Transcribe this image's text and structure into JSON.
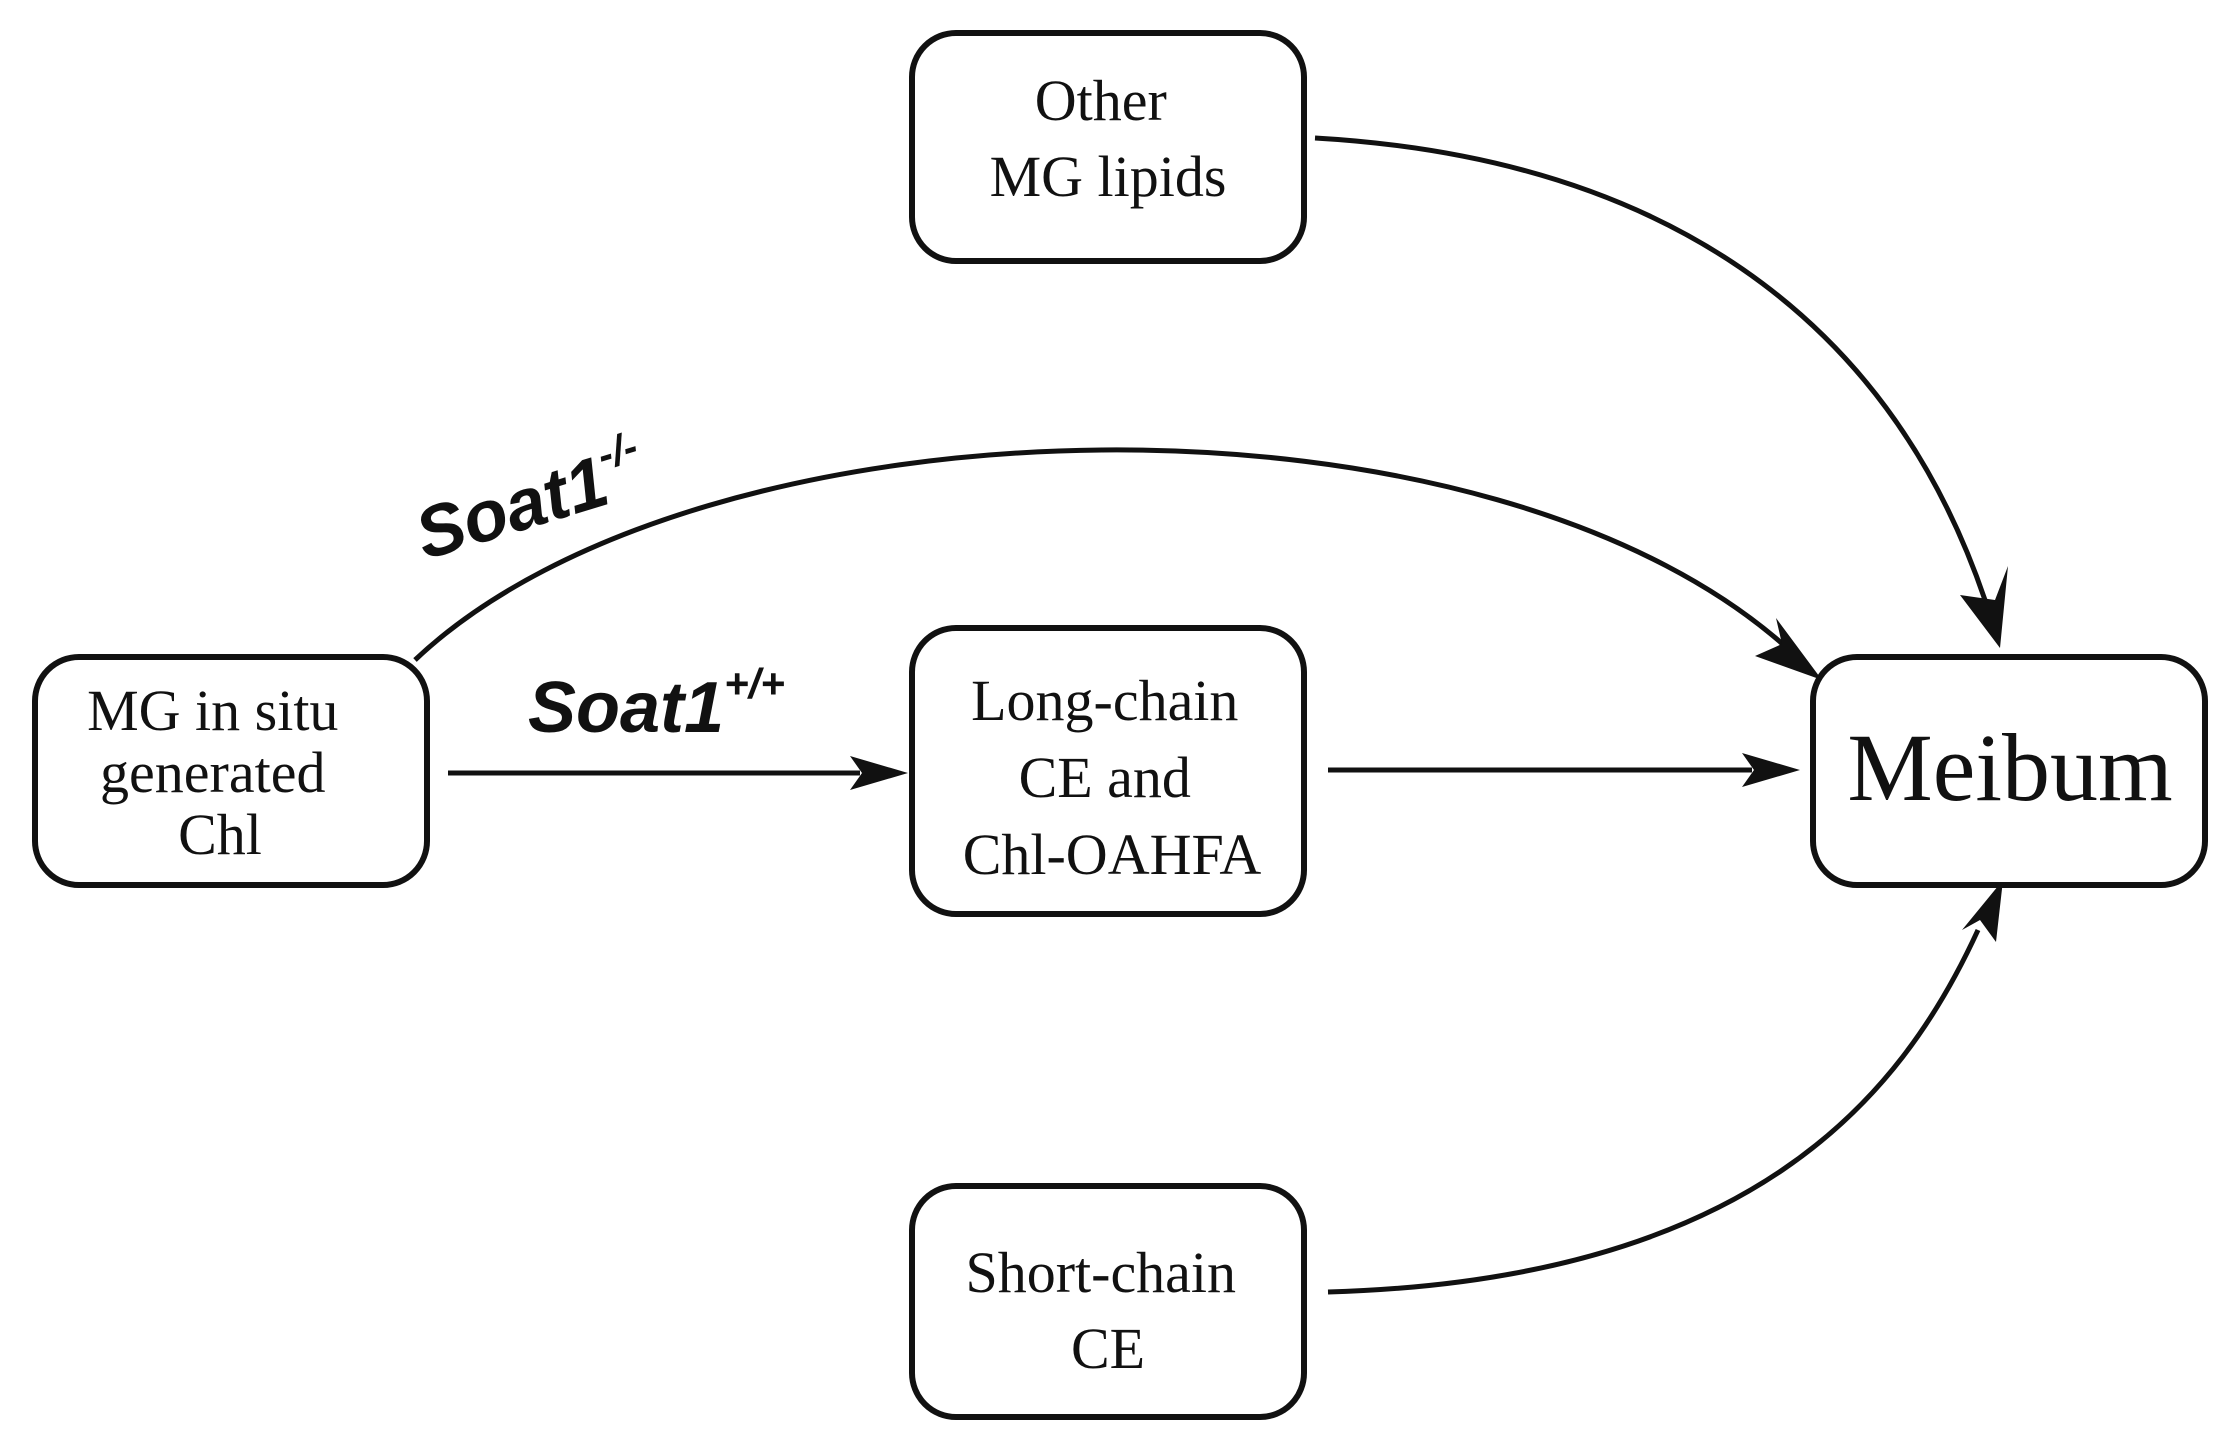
{
  "nodes": {
    "mg_in_situ": {
      "lines": [
        "MG in situ",
        "generated",
        "Chl"
      ]
    },
    "other_mg_lipids": {
      "lines": [
        "Other",
        "MG lipids"
      ]
    },
    "long_chain": {
      "lines": [
        "Long-chain",
        "CE and",
        "Chl-OAHFA"
      ]
    },
    "short_chain": {
      "lines": [
        "Short-chain",
        "CE"
      ]
    },
    "meibum": {
      "lines": [
        "Meibum"
      ]
    }
  },
  "edges": {
    "knockout": {
      "label": "Soat1",
      "superscript": "-/-"
    },
    "wildtype": {
      "label": "Soat1",
      "superscript": "+/+"
    }
  }
}
